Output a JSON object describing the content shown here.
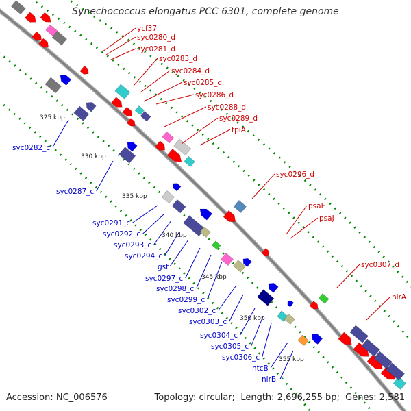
{
  "title": "Synechococcus elongatus PCC 6301, complete genome",
  "footer": {
    "accession_label": "Accession:",
    "accession": "NC_006576",
    "topology_label": "Topology:",
    "topology": "circular",
    "length_label": "Length:",
    "length": "2,696,255 bp",
    "genes_label": "Genes:",
    "genes": "2,581"
  },
  "colors": {
    "backbone": "#808080",
    "forward_gene": "#ff0000",
    "reverse_gene": "#4a4a9a",
    "reverse_label": "#0000cc",
    "forward_label": "#cc0000",
    "gc_dots": "#008800",
    "cyan": "#33cccc",
    "gray": "#777777",
    "pink": "#ff66cc",
    "light_gray": "#cccccc",
    "khaki": "#bbbb88",
    "steelblue": "#5588bb",
    "green": "#33cc33",
    "orange": "#ff9933",
    "navy": "#000088",
    "blue": "#0000ee"
  },
  "kbp_ticks": [
    "325 kbp",
    "330 kbp",
    "335 kbp",
    "340 kbp",
    "345 kbp",
    "350 kbp",
    "355 kbp"
  ],
  "forward_labels": [
    "ycf37",
    "syc0280_d",
    "syc0281_d",
    "syc0283_d",
    "syc0284_d",
    "syc0285_d",
    "syc0286_d",
    "syc0288_d",
    "syc0289_d",
    "tpiA",
    "syc0296_d",
    "psaF",
    "psaJ",
    "syc0307_d",
    "nirA"
  ],
  "reverse_labels": [
    "syc0282_c",
    "syc0287_c",
    "syc0291_c",
    "syc0292_c",
    "syc0293_c",
    "syc0294_c",
    "gst",
    "syc0297_c",
    "syc0298_c",
    "syc0299_c",
    "syc0302_c",
    "syc0303_c",
    "syc0304_c",
    "syc0305_c",
    "syc0306_c",
    "ntcB",
    "nirB"
  ]
}
